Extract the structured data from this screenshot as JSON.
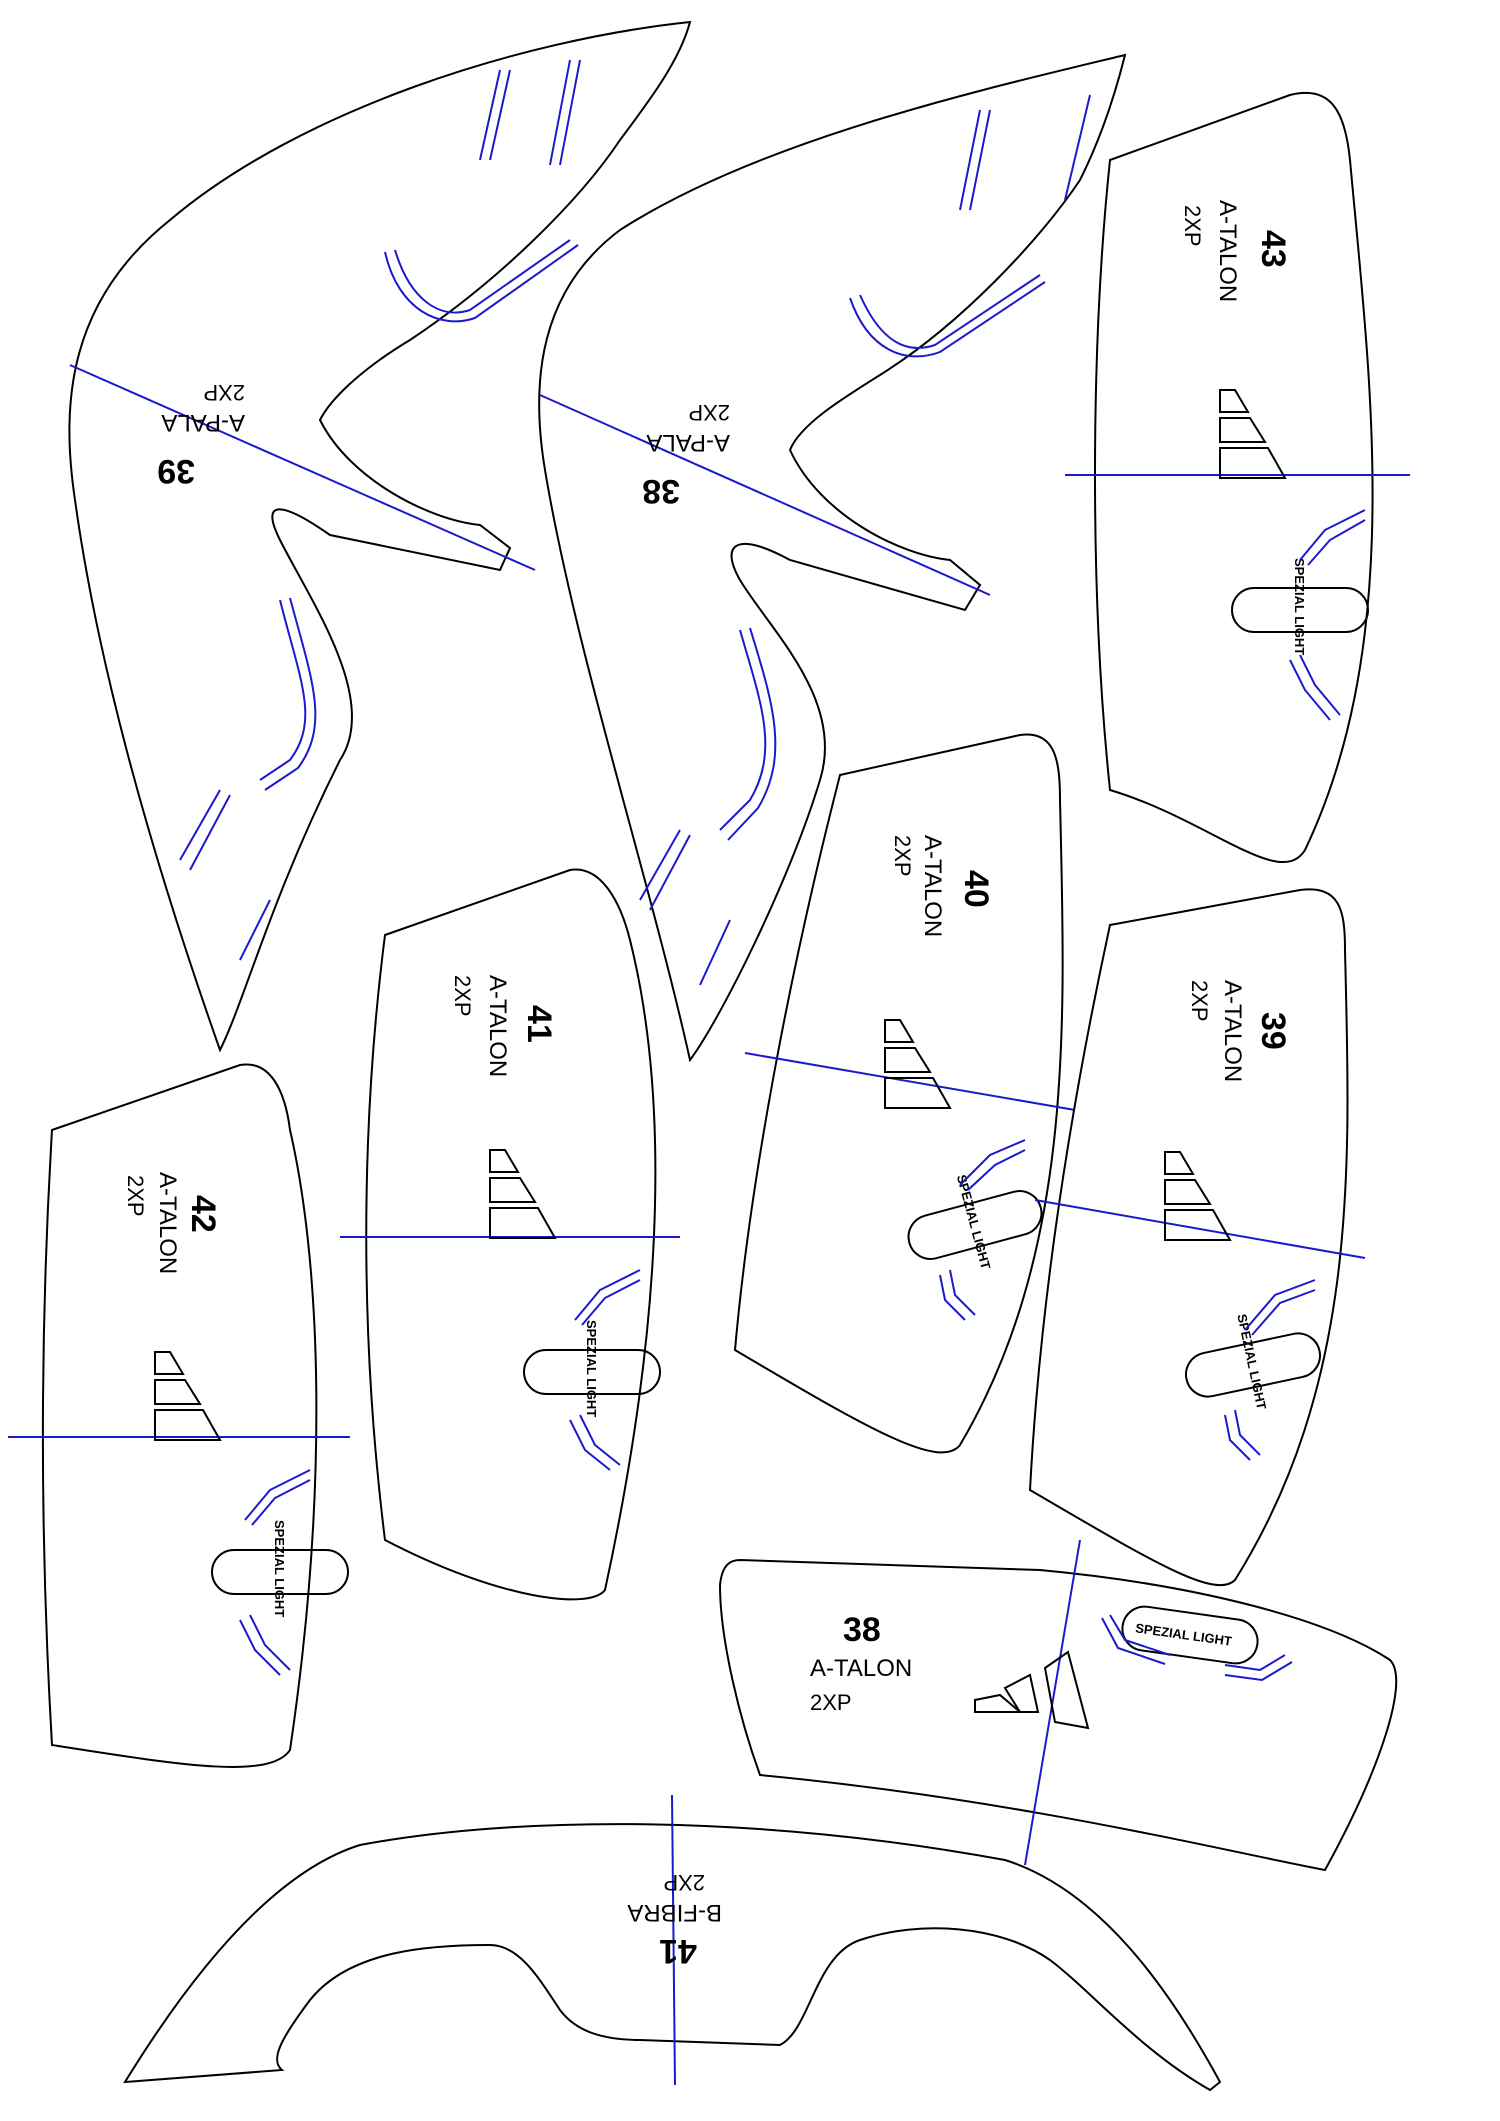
{
  "pieces": [
    {
      "id": "p39-pala",
      "number": "39",
      "name": "A-PALA",
      "qty": "2XP"
    },
    {
      "id": "p38-pala",
      "number": "38",
      "name": "A-PALA",
      "qty": "2XP"
    },
    {
      "id": "p43-talon",
      "number": "43",
      "name": "A-TALON",
      "qty": "2XP",
      "badge": "SPEZIAL LIGHT"
    },
    {
      "id": "p40-talon",
      "number": "40",
      "name": "A-TALON",
      "qty": "2XP",
      "badge": "SPEZIAL LIGHT"
    },
    {
      "id": "p41-talon",
      "number": "41",
      "name": "A-TALON",
      "qty": "2XP",
      "badge": "SPEZIAL LIGHT"
    },
    {
      "id": "p39-talon",
      "number": "39",
      "name": "A-TALON",
      "qty": "2XP",
      "badge": "SPEZIAL LIGHT"
    },
    {
      "id": "p42-talon",
      "number": "42",
      "name": "A-TALON",
      "qty": "2XP",
      "badge": "SPEZIAL LIGHT"
    },
    {
      "id": "p38-talon",
      "number": "38",
      "name": "A-TALON",
      "qty": "2XP",
      "badge": "SPEZIAL LIGHT"
    },
    {
      "id": "p41-fibra",
      "number": "41",
      "name": "B-FIBRA",
      "qty": "2XP"
    }
  ],
  "colors": {
    "outline": "#000000",
    "guide": "#1a1acc",
    "background": "#ffffff"
  },
  "icons": [
    "three-stripes-logo-icon",
    "badge-icon"
  ]
}
